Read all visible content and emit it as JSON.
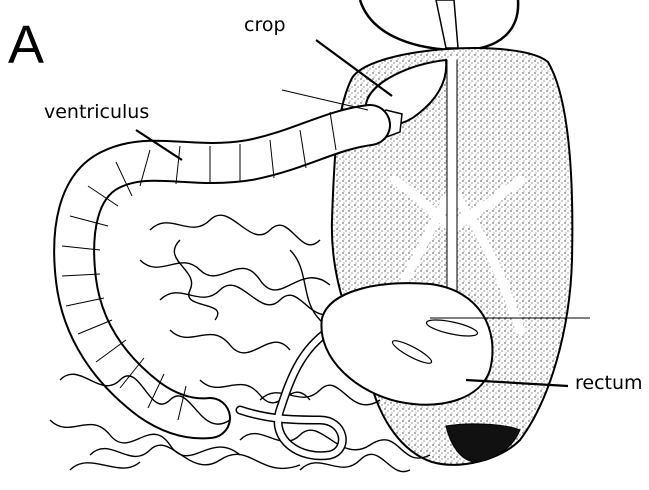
{
  "panel": {
    "letter": "A"
  },
  "labels": {
    "crop": "crop",
    "ventriculus": "ventriculus",
    "rectum": "rectum"
  },
  "colors": {
    "ink": "#000000",
    "stipple": "#9a9a9a",
    "tissue": "#ffffff"
  }
}
